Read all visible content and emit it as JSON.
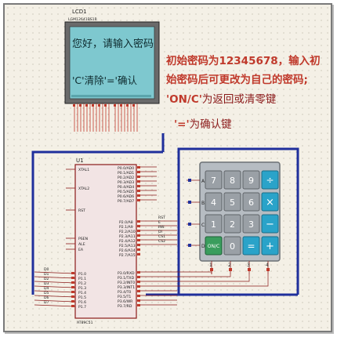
{
  "lcd": {
    "title": "LCD1",
    "part": "LGM12641BS1R",
    "line1": "您好，请输入密码",
    "line2": "'C'清除'='确认"
  },
  "note": {
    "line1": "初始密码为12345678，输入初",
    "line2": "始密码后可更改为自己的密码;",
    "line3_key": "'ON/C'",
    "line3_rest": "为返回或清零键",
    "line4_key": "'='",
    "line4_rest": "为确认键",
    "color_main": "#c0392b",
    "color_rest": "#8b1a1a"
  },
  "mcu": {
    "ref": "U1",
    "part": "AT89C51",
    "left_pins": [
      "XTAL1",
      "XTAL2",
      "RST",
      "PSEN",
      "ALE",
      "EA",
      "P1.0",
      "P1.1",
      "P1.2",
      "P1.3",
      "P1.4",
      "P1.5",
      "P1.6",
      "P1.7"
    ],
    "right_pins": [
      "P0.0/AD0",
      "P0.1/AD1",
      "P0.2/AD2",
      "P0.3/AD3",
      "P0.4/AD4",
      "P0.5/AD5",
      "P0.6/AD6",
      "P0.7/AD7",
      "P2.0/A8",
      "P2.1/A9",
      "P2.2/A10",
      "P2.3/A11",
      "P2.4/A12",
      "P2.5/A13",
      "P2.6/A14",
      "P2.7/A15",
      "P3.0/RXD",
      "P3.1/TXD",
      "P3.2/INT0",
      "P3.3/INT1",
      "P3.4/T0",
      "P3.5/T1",
      "P3.6/WR",
      "P3.7/RD"
    ],
    "net_labels_left": [
      "D0",
      "D1",
      "D2",
      "D3",
      "D4",
      "D5",
      "D6",
      "D7"
    ],
    "net_labels_right": [
      "RST",
      "E",
      "RW",
      "DI",
      "CS1",
      "CS2"
    ]
  },
  "keypad": {
    "col_labels": [
      "1",
      "2",
      "3",
      "4"
    ],
    "row_labels": [
      "A",
      "B",
      "C",
      "D"
    ],
    "keys": [
      "7",
      "8",
      "9",
      "÷",
      "4",
      "5",
      "6",
      "×",
      "1",
      "2",
      "3",
      "−",
      "ON/C",
      "0",
      "=",
      "+"
    ]
  },
  "colors": {
    "wire": "#1f2f9c",
    "lcd_screen": "#7ec8cf",
    "key_gray": "#9aa0a6",
    "key_blue": "#2aa3c9",
    "key_green": "#3a9d5d",
    "chip": "#f2e4e4",
    "border": "#8b1a1a"
  }
}
